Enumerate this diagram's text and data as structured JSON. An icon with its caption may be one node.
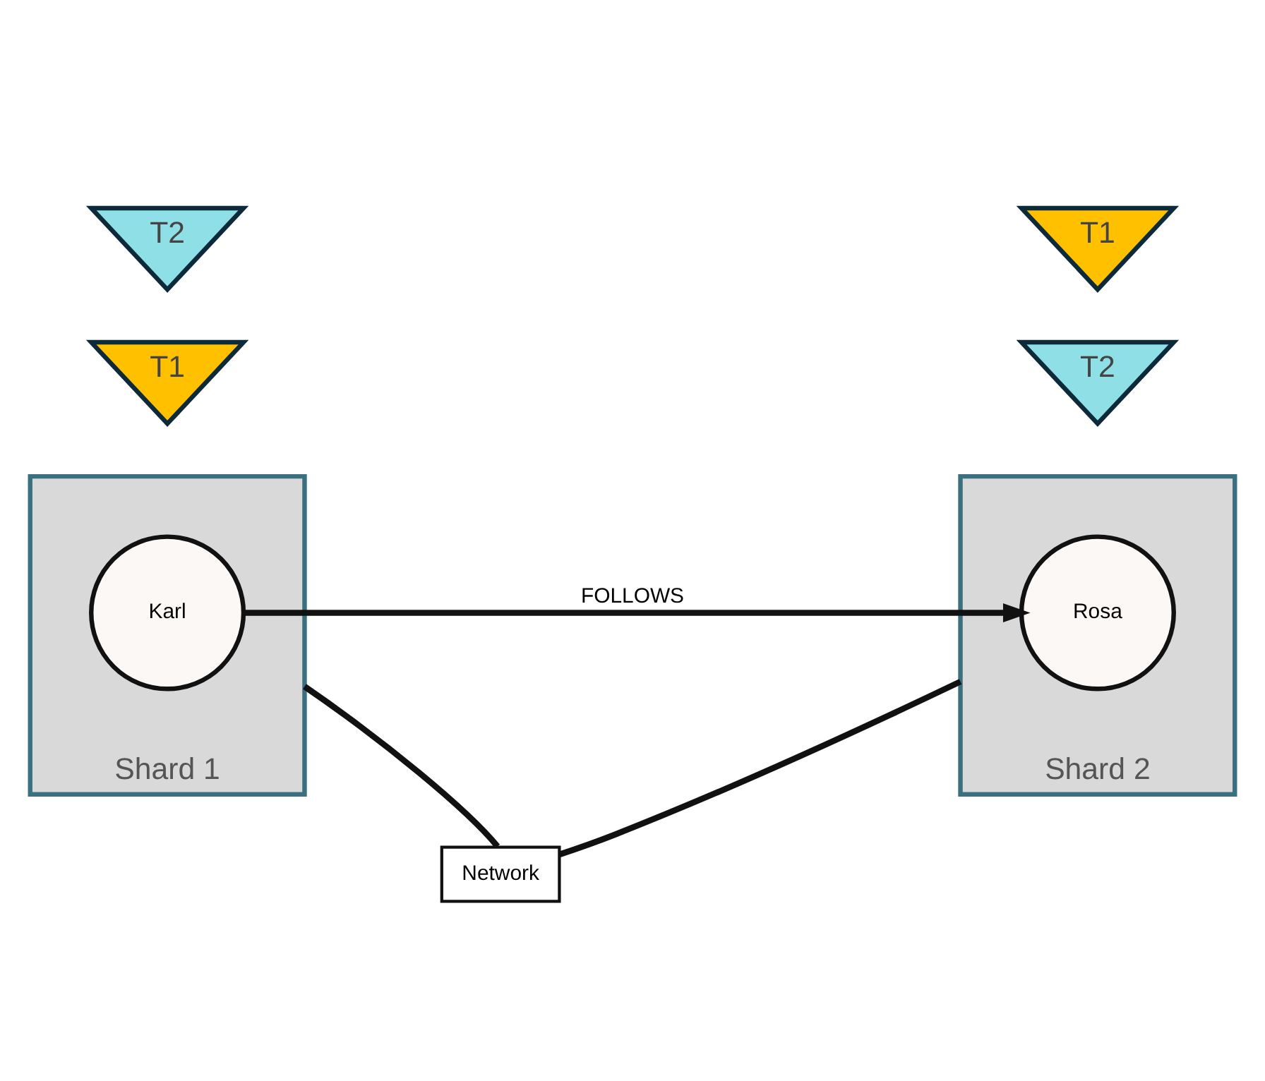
{
  "diagram": {
    "nodes": [
      {
        "text": [
          "Shard 1"
        ]
      },
      {
        "text": [
          "Karl"
        ],
        "in": 0
      },
      {
        "text": [
          "Shard 2"
        ]
      },
      {
        "text": [
          "Rosa"
        ],
        "in": 2
      },
      {
        "text": [
          "T2"
        ]
      },
      {
        "text": [
          "T1"
        ]
      },
      {
        "text": [
          "T1"
        ]
      },
      {
        "text": [
          "T2"
        ]
      },
      {
        "text": [
          "Network"
        ]
      }
    ],
    "edges": [
      {
        "from": 1,
        "to": 3,
        "arrow": "to",
        "label": "FOLLOWS"
      },
      {
        "from": 0,
        "to": 8,
        "arrow": "none"
      },
      {
        "from": 8,
        "to": 2,
        "arrow": "none"
      }
    ]
  }
}
